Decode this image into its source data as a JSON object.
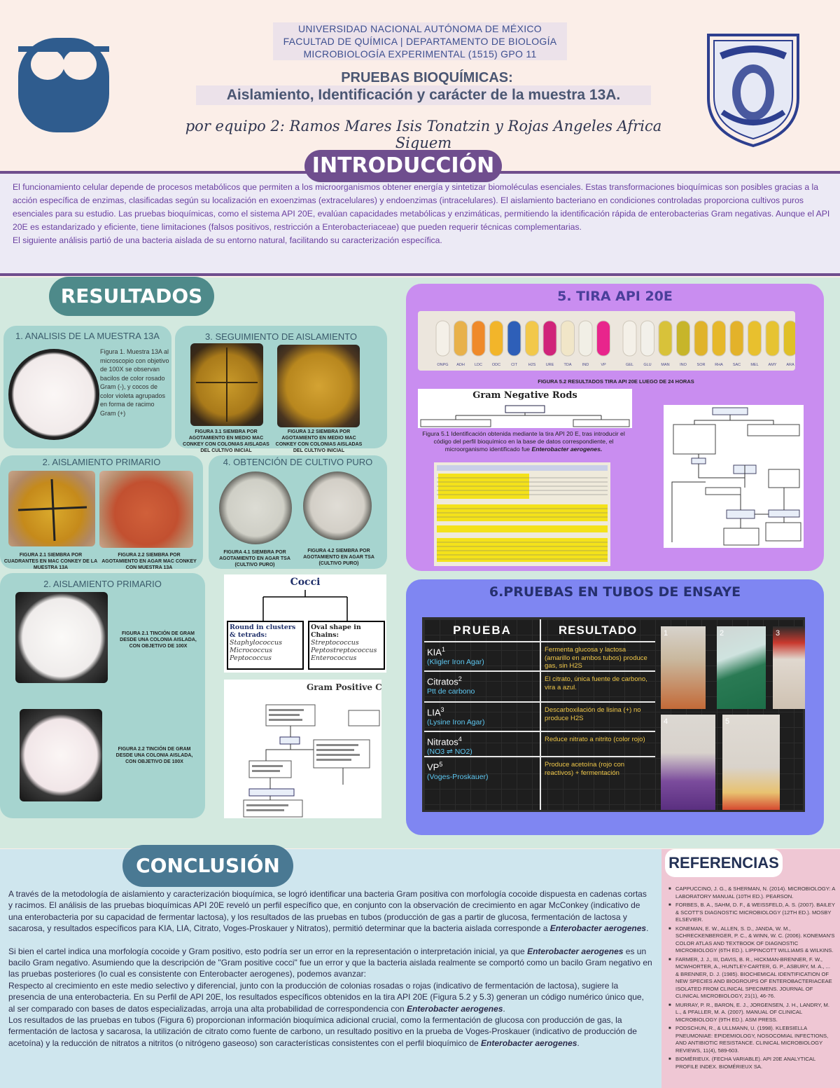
{
  "header": {
    "university": "UNIVERSIDAD NACIONAL AUTÓNOMA DE MÉXICO",
    "faculty": "FACULTAD DE QUÍMICA | DEPARTAMENTO DE BIOLOGÍA",
    "course": "MICROBIOLOGÍA EXPERIMENTAL (1515) GPO 11",
    "title": "PRUEBAS BIOQUÍMICAS:",
    "subtitle": "Aislamiento, Identificación y carácter de la muestra 13A.",
    "authors": "por equipo 2: Ramos Mares Isis Tonatzin y Rojas Angeles Africa Siquem"
  },
  "intro": {
    "heading": "INTRODUCCIÓN",
    "p1": "El funcionamiento celular depende de procesos metabólicos que permiten a los microorganismos obtener energía y sintetizar biomoléculas esenciales. Estas transformaciones bioquímicas son posibles gracias a la acción específica de enzimas, clasificadas según su localización en exoenzimas (extracelulares) y endoenzimas (intracelulares). El aislamiento bacteriano en condiciones controladas proporciona cultivos puros esenciales para su estudio. Las pruebas bioquímicas, como el sistema API 20E, evalúan capacidades metabólicas y enzimáticas, permitiendo la identificación rápida de enterobacterias Gram negativas. Aunque el API 20E es estandarizado y eficiente, tiene limitaciones (falsos positivos, restricción a Enterobacteriaceae) que pueden requerir técnicas complementarias.",
    "p2": "El siguiente análisis partió de una bacteria aislada de su entorno natural, facilitando su caracterización específica."
  },
  "results": {
    "heading": "RESULTADOS",
    "p1_title": "1. ANALISIS DE LA MUESTRA 13A",
    "p1_caption": "Figura 1. Muestra 13A al microscopio con objetivo de 100X se observan bacilos de color rosado Gram (-), y cocos de color violeta agrupados en forma de racimo Gram (+)",
    "p3_title": "3. SEGUIMIENTO DE AISLAMIENTO",
    "p3_cap_a": "FIGURA 3.1 SIEMBRA POR AGOTAMIENTO EN MEDIO MAC CONKEY CON COLONIAS AISLADAS DEL CULTIVO INICIAL",
    "p3_cap_b": "FIGURA 3.2 SIEMBRA POR AGOTAMIENTO EN MEDIO MAC CONKEY CON COLONIAS AISLADAS DEL CULTIVO INICIAL",
    "p2_title": "2. AISLAMIENTO PRIMARIO",
    "p2_cap_a": "FIGURA 2.1 SIEMBRA POR CUADRANTES EN MAC CONKEY DE LA MUESTRA 13A",
    "p2_cap_b": "FIGURA 2.2 SIEMBRA POR AGOTAMIENTO EN AGAR MAC CONKEY CON MUESTRA 13A",
    "p4_title": "4. OBTENCIÓN DE CULTIVO PURO",
    "p4_cap_a": "FIGURA 4.1 SIEMBRA POR AGOTAMIENTO EN AGAR TSA (CULTIVO PURO)",
    "p4_cap_b": "FIGURA 4.2 SIEMBRA POR AGOTAMIENTO EN AGAR TSA (CULTIVO PURO)",
    "p5_title": "2. AISLAMIENTO PRIMARIO",
    "p5_cap_a": "FIGURA 2.1 TINCIÓN DE GRAM DESDE UNA COLONIA AISLADA, CON OBJETIVO DE 100X",
    "p5_cap_b": "FIGURA 2.2 TINCIÓN DE GRAM DESDE UNA COLONIA AISLADA, CON OBJETIVO DE 100X",
    "cocci_title": "Cocci",
    "cocci_left_head": "Round in clusters & tetrads:",
    "cocci_left_items": [
      "Staphylococcus",
      "Micrococcus",
      "Peptococcus"
    ],
    "cocci_right_head": "Oval shape in Chains:",
    "cocci_right_items": [
      "Streptococcus",
      "Peptostreptococcus",
      "Enterococcus"
    ],
    "gram_pos_title": "Gram Positive Co"
  },
  "api": {
    "heading": "5. TIRA API 20E",
    "fig52": "FIGURA 5.2 RESULTADOS TIRA API 20E LUEGO DE 24 HORAS",
    "gram_neg_title": "Gram Negative Rods",
    "fig51_pre": "Figura 5.1 Identificación obtenida mediante la tira API 20 E, tras introducir el código del perfil bioquímico en la base de datos correspondiente, el microorganismo identificado fue ",
    "fig51_org": "Enterobacter aerogenes.",
    "strip_labels": [
      "ONPG",
      "ADH",
      "LDC",
      "ODC",
      "CIT",
      "H2S",
      "URE",
      "TDA",
      "IND",
      "VP",
      "GEL",
      "GLU",
      "MAN",
      "INO",
      "SOR",
      "RHA",
      "SAC",
      "MEL",
      "AMY",
      "ARA"
    ]
  },
  "tests": {
    "heading": "6.PRUEBAS EN TUBOS DE ENSAYE",
    "col_test": "PRUEBA",
    "col_result": "RESULTADO",
    "rows": [
      {
        "name": "KIA",
        "sup": "1",
        "sub": "(Kligler Iron Agar)",
        "result": "Fermenta glucosa y lactosa (amarillo en ambos tubos) produce gas, sin H2S"
      },
      {
        "name": "Citratos",
        "sup": "2",
        "sub": "Ptt de carbono",
        "result": "El citrato, única fuente de carbono, vira a azul."
      },
      {
        "name": "LIA",
        "sup": "3",
        "sub": "(Lysine Iron Agar)",
        "result": "Descarboxilación de lisina (+) no produce H2S"
      },
      {
        "name": "Nitratos",
        "sup": "4",
        "sub": "(NO3 ⇌ NO2)",
        "result": "Reduce nitrato a nitrito (color rojo)"
      },
      {
        "name": "VP",
        "sup": "5",
        "sub": "(Voges-Proskauer)",
        "result": "Produce acetoína (rojo con reactivos) + fermentación"
      }
    ],
    "tube_numbers": [
      "1",
      "2",
      "3",
      "4",
      "5"
    ]
  },
  "conclusion": {
    "heading": "CONCLUSIÓN",
    "p1a": "A través de la metodología de aislamiento y caracterización bioquímica, se logró identificar una bacteria Gram positiva con morfología cocoide dispuesta en cadenas cortas y racimos. El análisis de las pruebas bioquímicas API 20E reveló un perfil específico que, en conjunto con la observación de crecimiento en agar McConkey (indicativo de una enterobacteria por su capacidad de fermentar lactosa), y los resultados de las pruebas en tubos (producción de gas a partir de glucosa, fermentación de lactosa y sacarosa, y resultados específicos para KIA, LIA, Citrato, Voges-Proskauer y Nitratos), permitió determinar que la bacteria aislada corresponde a ",
    "org": "Enterobacter aerogenes",
    "p2a": "Si bien el cartel indica una morfología cocoide y Gram positivo, esto podría ser un error en la representación o interpretación inicial, ya que ",
    "p2b": " es un bacilo Gram negativo. Asumiendo que la descripción de \"Gram positive cocci\" fue un error y que la bacteria aislada realmente se comportó como un bacilo Gram negativo en las pruebas posteriores (lo cual es consistente con Enterobacter aerogenes), podemos avanzar:",
    "p3": "Respecto al crecimiento en este medio selectivo y diferencial, junto con la producción de colonias rosadas o rojas (indicativo de fermentación de lactosa), sugiere la presencia de una enterobacteria. En su Perfil de API 20E, los resultados específicos obtenidos en la tira API 20E (Figura 5.2 y 5.3) generan un código numérico único que, al ser comparado con bases de datos especializadas, arroja una alta probabilidad de correspondencia con ",
    "p4": "Los resultados de las pruebas en tubos (Figura 6) proporcionan información bioquímica adicional crucial, como la fermentación de glucosa con producción de gas, la fermentación de lactosa y sacarosa, la utilización de citrato como fuente de carbono, un resultado positivo en la prueba de Voges-Proskauer (indicativo de producción de acetoína) y la reducción de nitratos a nitritos (o nitrógeno gaseoso) son características consistentes con el perfil bioquímico de "
  },
  "references": {
    "heading": "REFERENCIAS",
    "items": [
      "CAPPUCCINO, J. G., & SHERMAN, N. (2014). MICROBIOLOGY: A LABORATORY MANUAL (10TH ED.). PEARSON.",
      "FORBES, B. A., SAHM, D. F., & WEISSFELD, A. S. (2007). BAILEY & SCOTT'S DIAGNOSTIC MICROBIOLOGY (12TH ED.). MOSBY ELSEVIER.",
      "KONEMAN, E. W., ALLEN, S. D., JANDA, W. M., SCHRECKENBERGER, P. C., & WINN, W. C. (2006). KONEMAN'S COLOR ATLAS AND TEXTBOOK OF DIAGNOSTIC MICROBIOLOGY (6TH ED.). LIPPINCOTT WILLIAMS & WILKINS.",
      "FARMER, J. J., III, DAVIS, B. R., HICKMAN-BRENNER, F. W., MCWHORTER, A., HUNTLEY-CARTER, G. P., ASBURY, M. A., ... & BRENNER, D. J. (1985). BIOCHEMICAL IDENTIFICATION OF NEW SPECIES AND BIOGROUPS OF ENTEROBACTERIACEAE ISOLATED FROM CLINICAL SPECIMENS. JOURNAL OF CLINICAL MICROBIOLOGY, 21(1), 46-76.",
      "MURRAY, P. R., BARON, E. J., JORGENSEN, J. H., LANDRY, M. L., & PFALLER, M. A. (2007). MANUAL OF CLINICAL MICROBIOLOGY (9TH ED.). ASM PRESS.",
      "PODSCHUN, R., & ULLMANN, U. (1998). KLEBSIELLA PNEUMONIAE: EPIDEMIOLOGY, NOSOCOMIAL INFECTIONS, AND ANTIBIOTIC RESISTANCE. CLINICAL MICROBIOLOGY REVIEWS, 11(4), 589-603.",
      "BIOMÉRIEUX. (FECHA VARIABLE). API 20E ANALYTICAL PROFILE INDEX. BIOMÉRIEUX SA."
    ]
  },
  "colors": {
    "intro": "#6f4e8e",
    "results": "#4e8a8a",
    "api_panel": "#c98df0",
    "tests_panel": "#7f86f2",
    "conclusion": "#4a7993"
  }
}
